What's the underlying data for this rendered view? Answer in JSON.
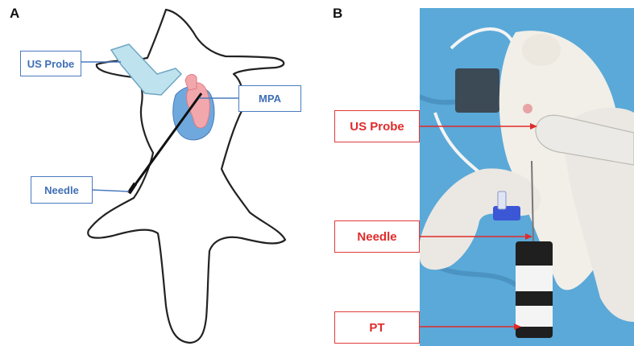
{
  "panel_a": {
    "letter": "A",
    "labels": {
      "us_probe": "US Probe",
      "mpa": "MPA",
      "needle": "Needle"
    }
  },
  "panel_b": {
    "letter": "B",
    "labels": {
      "us_probe": "US Probe",
      "needle": "Needle",
      "pt": "PT"
    }
  },
  "colors": {
    "diagram_label": "#3f6fb5",
    "photo_label": "#e02b2b",
    "drape": "#5aa9d8",
    "glove": "#ebe7e2"
  }
}
